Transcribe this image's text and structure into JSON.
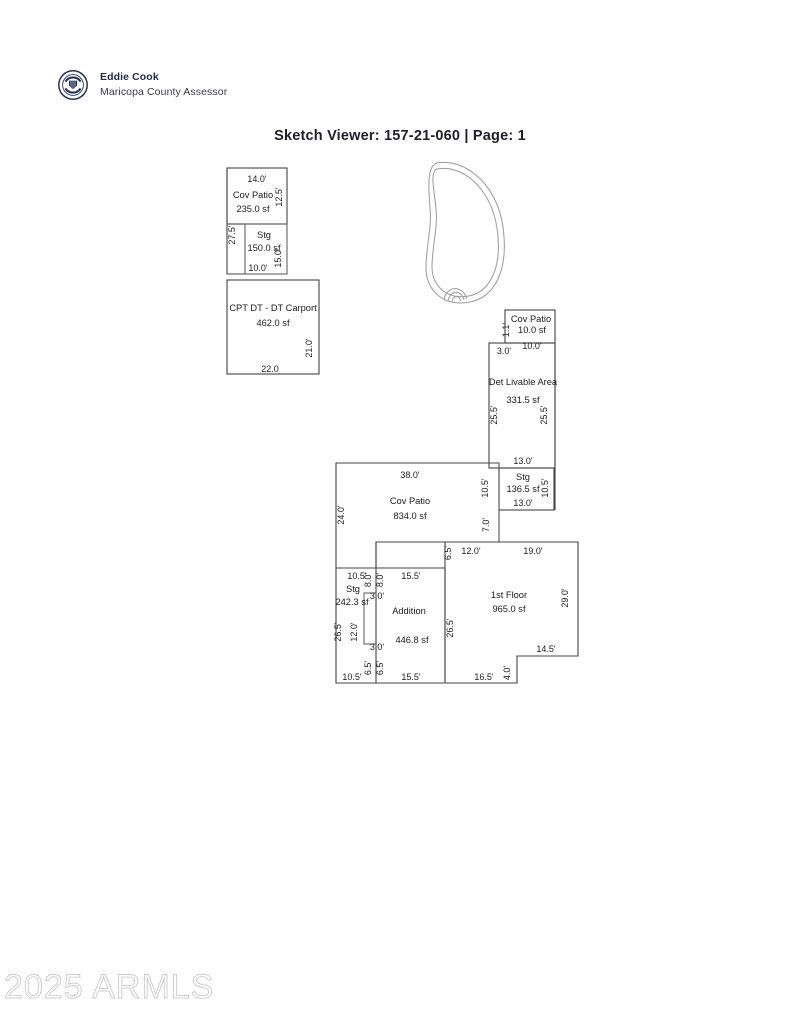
{
  "header": {
    "seal_icon": "maricopa-county-seal-icon",
    "assessor_name": "Eddie Cook",
    "assessor_office": "Maricopa County Assessor"
  },
  "title": "Sketch Viewer: 157-21-060 | Page: 1",
  "watermark": "2025 ARMLS",
  "sketch": {
    "pool_icon": "pool-outline-icon",
    "areas": [
      {
        "name": "Cov Patio",
        "area": "235.0 sf"
      },
      {
        "name": "Stg",
        "area": "150.0 sf"
      },
      {
        "name": "CPT DT - DT Carport",
        "area": "462.0 sf"
      },
      {
        "name": "Cov Patio",
        "area": "10.0 sf"
      },
      {
        "name": "Det Livable Area",
        "area": "331.5 sf"
      },
      {
        "name": "Stg",
        "area": "136.5 sf"
      },
      {
        "name": "Cov Patio",
        "area": "834.0 sf"
      },
      {
        "name": "Stg",
        "area": "242.3 sf"
      },
      {
        "name": "Addition",
        "area": "446.8 sf"
      },
      {
        "name": "1st Floor",
        "area": "965.0 sf"
      }
    ],
    "labels": {
      "a1_name": "Cov Patio",
      "a1_area": "235.0 sf",
      "a1_top": "14.0'",
      "a1_right": "12.5'",
      "a1_left": "27.5'",
      "a2_name": "Stg",
      "a2_area": "150.0 sf",
      "a2_bottom": "10.0'",
      "a2_right": "15.0'",
      "a3_name": "CPT DT - DT Carport",
      "a3_area": "462.0 sf",
      "a3_bottom": "22.0",
      "a3_right": "21.0'",
      "a4_name": "Cov Patio",
      "a4_area": "10.0 sf",
      "a4_bottom": "10.0'",
      "a4_left": "1.1'",
      "a5_name": "Det Livable Area",
      "a5_area": "331.5 sf",
      "a5_top": "3.0'",
      "a5_left": "25.5'",
      "a5_right": "25.5'",
      "a5_bottom": "13.0'",
      "a6_name": "Stg",
      "a6_area": "136.5 sf",
      "a6_left": "10.5'",
      "a6_right": "10.5'",
      "a6_bottom": "13.0'",
      "a7_name": "Cov Patio",
      "a7_area": "834.0 sf",
      "a7_top": "38.0'",
      "a7_left": "24.0'",
      "a7_right": "7.0'",
      "a8_name": "Stg",
      "a8_area": "242.3 sf",
      "a8_top": "10.5'",
      "a8_left": "26.5'",
      "a8_bottom": "10.5'",
      "a8_r1": "8.0'",
      "a8_r2": "12.0'",
      "a8_r3": "6.5'",
      "a9_name": "Addition",
      "a9_area": "446.8 sf",
      "a9_top": "15.5'",
      "a9_bottom": "15.5'",
      "a9_l1": "8.0'",
      "a9_l2": "3.0'",
      "a9_l3": "3.0'",
      "a9_l4": "6.5'",
      "a10_name": "1st Floor",
      "a10_area": "965.0 sf",
      "a10_t1": "12.0'",
      "a10_t2": "19.0'",
      "a10_tl": "6.5'",
      "a10_right": "29.0'",
      "a10_left": "26.5'",
      "a10_b1": "16.5'",
      "a10_b2": "14.5'",
      "a10_bn": "4.0'"
    }
  }
}
